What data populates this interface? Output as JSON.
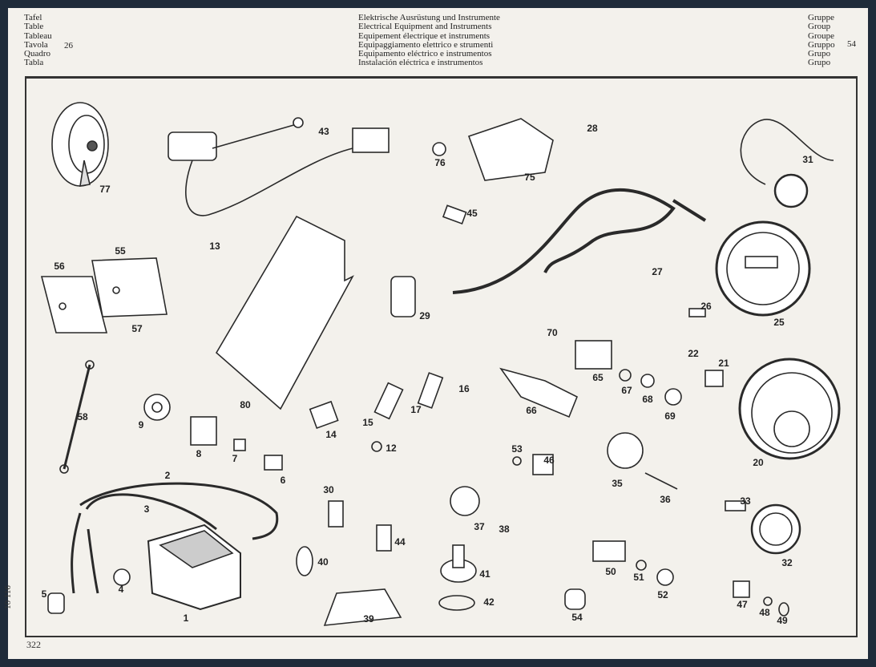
{
  "header": {
    "table_labels": [
      "Tafel",
      "Table",
      "Tableau",
      "Tavola",
      "Quadro",
      "Tabla"
    ],
    "table_number": "26",
    "titles": [
      "Elektrische Ausrüstung und Instrumente",
      "Electrical Equipment and Instruments",
      "Equipement électrique et instruments",
      "Equipaggiamento elettrico e strumenti",
      "Equipamento eléctrico e instrumentos",
      "Instalación eléctrica e instrumentos"
    ],
    "group_labels": [
      "Gruppe",
      "Group",
      "Groupe",
      "Gruppo",
      "Grupo",
      "Grupo"
    ],
    "group_number": "54"
  },
  "callouts": [
    "77",
    "43",
    "76",
    "75",
    "28",
    "31",
    "45",
    "13",
    "55",
    "56",
    "27",
    "29",
    "26",
    "25",
    "57",
    "70",
    "22",
    "21",
    "65",
    "67",
    "68",
    "69",
    "66",
    "16",
    "17",
    "15",
    "14",
    "80",
    "9",
    "58",
    "12",
    "8",
    "7",
    "6",
    "53",
    "46",
    "20",
    "35",
    "36",
    "2",
    "3",
    "30",
    "37",
    "38",
    "33",
    "32",
    "44",
    "40",
    "41",
    "50",
    "51",
    "52",
    "42",
    "4",
    "5",
    "1",
    "39",
    "54",
    "47",
    "48",
    "49"
  ],
  "footer": {
    "page_number": "322",
    "code": "10 116"
  }
}
